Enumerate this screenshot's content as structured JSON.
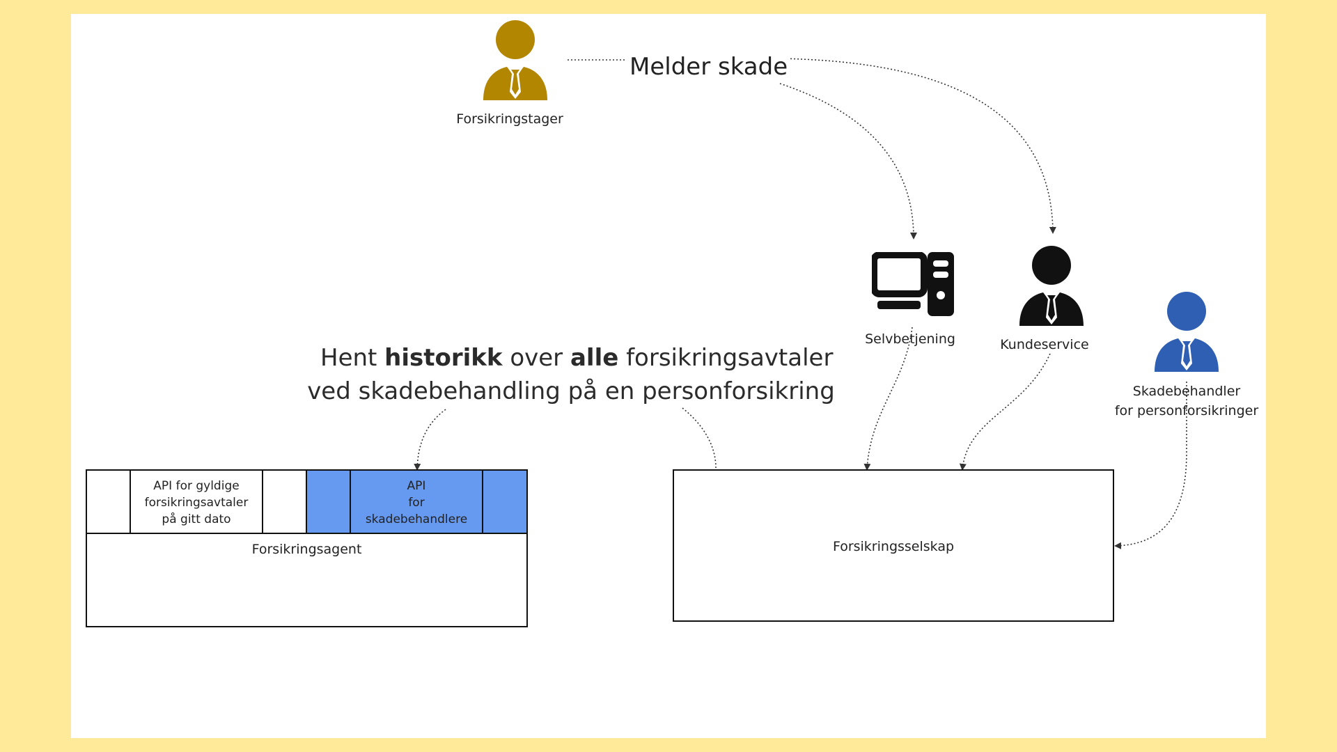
{
  "actors": {
    "policyholder": {
      "label": "Forsikringstager",
      "color": "#b38600"
    },
    "self_service": {
      "label": "Selvbetjening",
      "color": "#111111"
    },
    "customer_service": {
      "label": "Kundeservice",
      "color": "#111111"
    },
    "claims_handler": {
      "line1": "Skadebehandler",
      "line2": "for personforsikringer",
      "color": "#2f5fb3"
    }
  },
  "edges": {
    "report_claim": "Melder skade"
  },
  "query": {
    "line1_a": "Hent ",
    "line1_b": "historikk",
    "line1_c": " over ",
    "line1_d": "alle",
    "line1_e": " forsikringsavtaler",
    "line2": "ved skadebehandling på en personforsikring"
  },
  "agent": {
    "title": "Forsikringsagent",
    "api_valid": {
      "line1": "API for gyldige",
      "line2": "forsikringsavtaler",
      "line3": "på gitt dato"
    },
    "api_claims": {
      "line1": "API",
      "line2": "for",
      "line3": "skadebehandlere"
    },
    "highlight_color": "#6699f0"
  },
  "company": {
    "title": "Forsikringsselskap"
  }
}
